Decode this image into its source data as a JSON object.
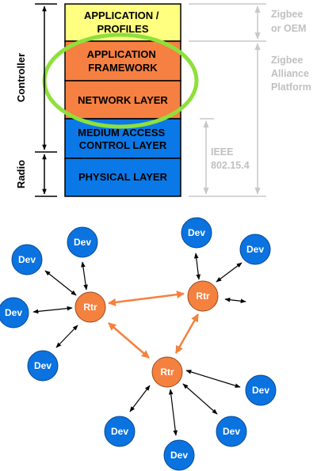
{
  "colors": {
    "profiles_fill": "#ffff80",
    "framework_fill": "#f58042",
    "network_fill": "#f58042",
    "mac_fill": "#0a78e6",
    "phy_fill": "#0a78e6",
    "highlight_ring": "#8ee03a",
    "grey_bracket": "#c8c8c8",
    "dev_fill": "#0b73e0",
    "rtr_fill": "#f5813f",
    "rtr_link": "#f5813f",
    "dev_link": "#000000"
  },
  "stack": {
    "layers": [
      {
        "id": "profiles",
        "lines": [
          "APPLICATION /",
          "PROFILES"
        ]
      },
      {
        "id": "framework",
        "lines": [
          "APPLICATION",
          "FRAMEWORK"
        ]
      },
      {
        "id": "network",
        "lines": [
          "NETWORK LAYER"
        ]
      },
      {
        "id": "mac",
        "lines": [
          "MEDIUM ACCESS",
          "CONTROL LAYER"
        ]
      },
      {
        "id": "phy",
        "lines": [
          "PHYSICAL LAYER"
        ]
      }
    ],
    "left_labels": {
      "controller": "Controller",
      "radio": "Radio"
    },
    "right_labels": {
      "oem": [
        "Zigbee",
        "or OEM"
      ],
      "alliance": [
        "Zigbee",
        "Alliance",
        "Platform"
      ],
      "ieee": [
        "IEEE",
        "802.15.4"
      ]
    }
  },
  "network": {
    "dev_label": "Dev",
    "rtr_label": "Rtr"
  }
}
